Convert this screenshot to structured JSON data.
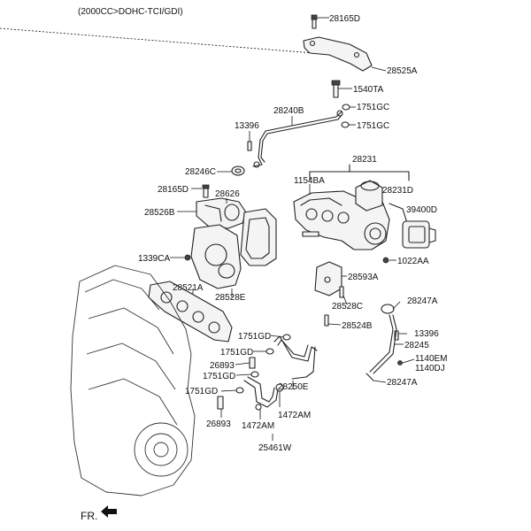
{
  "header": {
    "engine_spec": "(2000CC>DOHC-TCI/GDI)"
  },
  "labels": {
    "l28165D_top": "28165D",
    "l28525A": "28525A",
    "l1540TA": "1540TA",
    "l1751GC_a": "1751GC",
    "l1751GC_b": "1751GC",
    "l28240B": "28240B",
    "l13396_top": "13396",
    "l28231": "28231",
    "l28246C": "28246C",
    "l1154BA": "1154BA",
    "l28231D": "28231D",
    "l28165D_mid": "28165D",
    "l28626": "28626",
    "l39400D": "39400D",
    "l28526B": "28526B",
    "l1339CA": "1339CA",
    "l1022AA": "1022AA",
    "l28521A": "28521A",
    "l28593A": "28593A",
    "l28528E": "28528E",
    "l28528C": "28528C",
    "l28247A_top": "28247A",
    "l28524B": "28524B",
    "l1751GD_a": "1751GD",
    "l13396_right": "13396",
    "l1751GD_b": "1751GD",
    "l28245": "28245",
    "l26893_a": "26893",
    "l1140EM": "1140EM",
    "l1140DJ": "1140DJ",
    "l1751GD_c": "1751GD",
    "l28250E": "28250E",
    "l28247A_bottom": "28247A",
    "l1751GD_d": "1751GD",
    "l1472AM_a": "1472AM",
    "l26893_b": "26893",
    "l1472AM_b": "1472AM",
    "l25461W": "25461W"
  },
  "orientation": {
    "front_marker": "FR."
  }
}
